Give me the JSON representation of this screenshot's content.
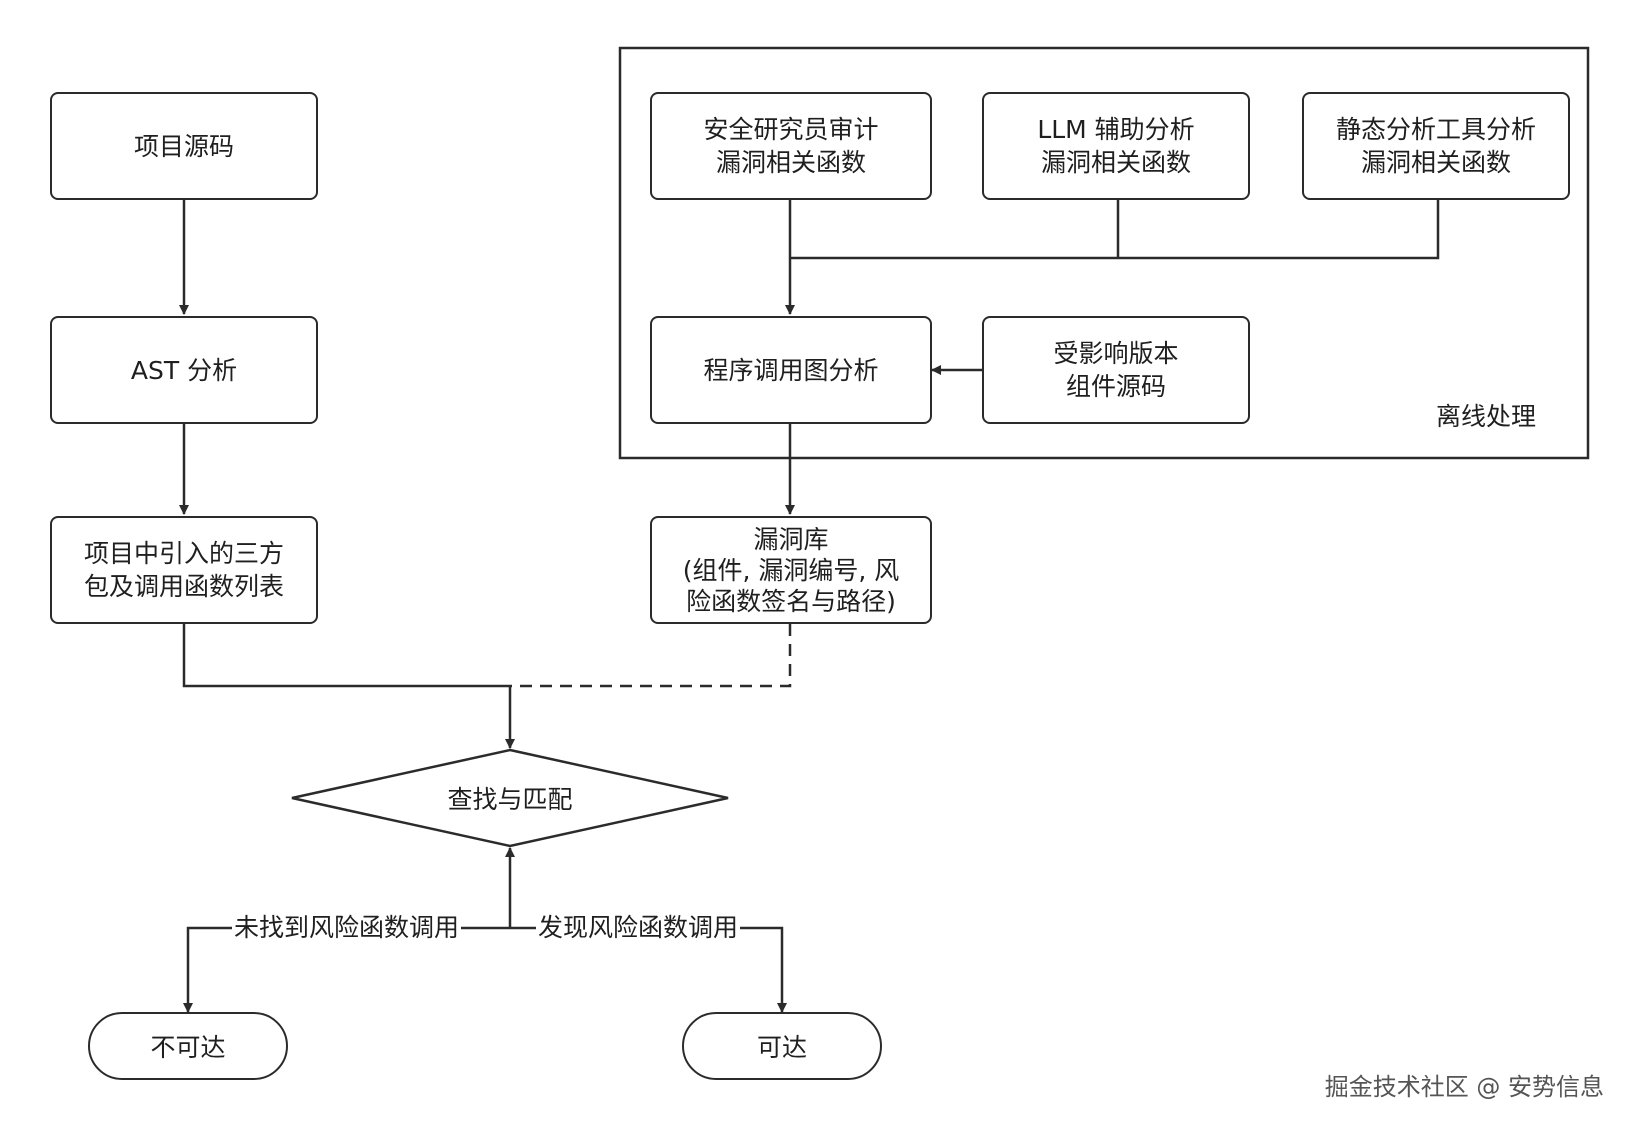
{
  "nodes": {
    "source": [
      "项目源码"
    ],
    "ast": [
      "AST 分析"
    ],
    "deps": [
      "项目中引入的三方",
      "包及调用函数列表"
    ],
    "researcher": [
      "安全研究员审计",
      "漏洞相关函数"
    ],
    "llm": [
      "LLM 辅助分析",
      "漏洞相关函数"
    ],
    "static": [
      "静态分析工具分析",
      "漏洞相关函数"
    ],
    "callgraph": [
      "程序调用图分析"
    ],
    "affected": [
      "受影响版本",
      "组件源码"
    ],
    "vulndb": [
      "漏洞库",
      "(组件, 漏洞编号, 风",
      "险函数签名与路径)"
    ],
    "decision": "查找与匹配",
    "unreachable": "不可达",
    "reachable": "可达"
  },
  "group_label": "离线处理",
  "edge_labels": {
    "not_found": "未找到风险函数调用",
    "found": "发现风险函数调用"
  },
  "watermark": "掘金技术社区 @ 安势信息",
  "colors": {
    "stroke": "#2b2b2b",
    "text": "#1f1f1f",
    "background": "#ffffff"
  }
}
